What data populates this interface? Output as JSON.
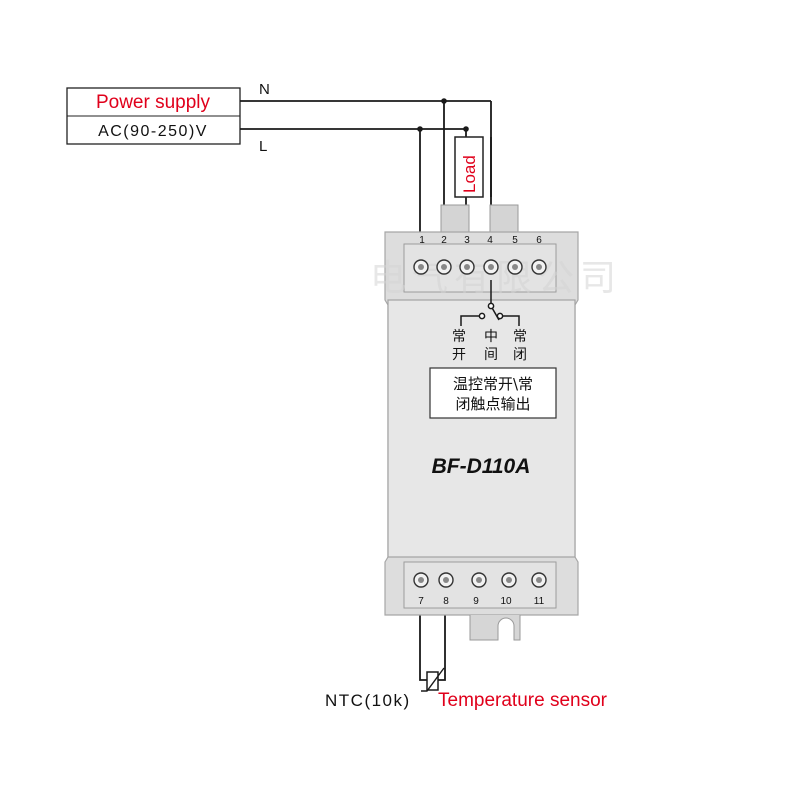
{
  "power_supply": {
    "title": "Power supply",
    "spec": "AC(90-250)V",
    "line_n": "N",
    "line_l": "L"
  },
  "load": {
    "label": "Load"
  },
  "watermark": "电气有限公司",
  "device": {
    "model": "BF-D110A",
    "top_terminals": [
      "1",
      "2",
      "3",
      "4",
      "5",
      "6"
    ],
    "bottom_terminals": [
      "7",
      "8",
      "9",
      "10",
      "11"
    ],
    "contact_labels": [
      {
        "top": "常",
        "bottom": "开"
      },
      {
        "top": "中",
        "bottom": "间"
      },
      {
        "top": "常",
        "bottom": "闭"
      }
    ],
    "output_box": {
      "line1": "温控常开\\常",
      "line2": "闭触点输出"
    }
  },
  "sensor": {
    "spec": "NTC(10k)",
    "label": "Temperature sensor"
  },
  "colors": {
    "accent_red": "#e0001b",
    "line": "#1a1a1a",
    "housing": "#dcdcdc",
    "housing_panel": "#e6e6e6"
  }
}
